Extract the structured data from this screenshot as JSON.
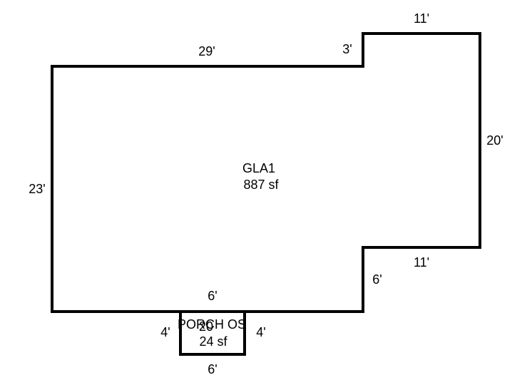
{
  "areas": [
    {
      "name": "GLA1",
      "area": "887 sf"
    },
    {
      "name": "PORCH OS",
      "area": "24 sf",
      "overlap_label": "20"
    }
  ],
  "dimensions": {
    "gla_top": "29'",
    "gla_step": "3'",
    "gla_right_top": "11'",
    "gla_right": "20'",
    "gla_right_bottom": "11'",
    "gla_step_bottom": "6'",
    "gla_left": "23'",
    "gla_bottom": "6'",
    "porch_left": "4'",
    "porch_right": "4'",
    "porch_bottom": "6'"
  },
  "colors": {
    "line": "#000000",
    "background": "#ffffff"
  }
}
